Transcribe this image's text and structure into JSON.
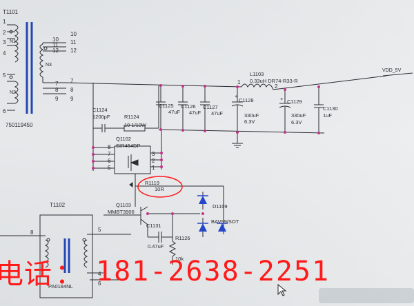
{
  "transformer_top": {
    "ref": "T1101",
    "part": "750119450",
    "winding_labels": [
      "N1",
      "N3",
      "N2"
    ],
    "primary_pins": [
      "1",
      "2",
      "3",
      "4",
      "5",
      "6"
    ],
    "secondary_pins_left": [
      "10",
      "11",
      "12",
      "7",
      "8",
      "9"
    ],
    "secondary_pins_right": [
      "10",
      "11",
      "12",
      "7",
      "8",
      "9"
    ]
  },
  "inductor": {
    "ref": "L1103",
    "value": "0.33uH DR74-R33-R",
    "pin1": "1",
    "pin2": "2"
  },
  "net_label": "VDD_5V",
  "capacitors": [
    {
      "ref": "C1125",
      "value": "47uF"
    },
    {
      "ref": "C1126",
      "value": "47uF"
    },
    {
      "ref": "C1127",
      "value": "47uF"
    },
    {
      "ref": "C1128",
      "value": "330uF",
      "voltage": "6.3V"
    },
    {
      "ref": "C1129",
      "value": "330uF",
      "voltage": "6.3V"
    },
    {
      "ref": "C1130",
      "value": "1uF"
    }
  ],
  "snubber": {
    "cap_ref": "C1124",
    "cap_value": "1200pF",
    "res_ref": "R1124",
    "res_value": "10 1/10W"
  },
  "mosfet": {
    "ref": "Q1102",
    "part": "SIR464DP",
    "pins_left": [
      "8",
      "7",
      "6",
      "5"
    ],
    "pins_right": [
      "3",
      "2",
      "1"
    ]
  },
  "resistor_r1119": {
    "ref": "R1119",
    "value": "10R"
  },
  "transistor": {
    "ref": "Q1103",
    "part": "MMBT3906"
  },
  "diodes": {
    "d1": "D1109",
    "d2": "BAV99/SOT"
  },
  "cap_c1131": {
    "ref": "C1131",
    "value": "0.47uF"
  },
  "resistor_r1126": {
    "ref": "R1126",
    "value": "10k"
  },
  "transformer_bottom": {
    "ref": "T1102",
    "part": "PA0184NL",
    "pins": [
      "8",
      "5",
      "4",
      "6"
    ]
  },
  "overlay": {
    "label": "电话",
    "colon": "：",
    "number": "181-2638-2251"
  },
  "colors": {
    "wire": "#2b2b33",
    "node": "#c2338a",
    "diode": "#2646c8",
    "annotation": "#ff1a1a"
  }
}
